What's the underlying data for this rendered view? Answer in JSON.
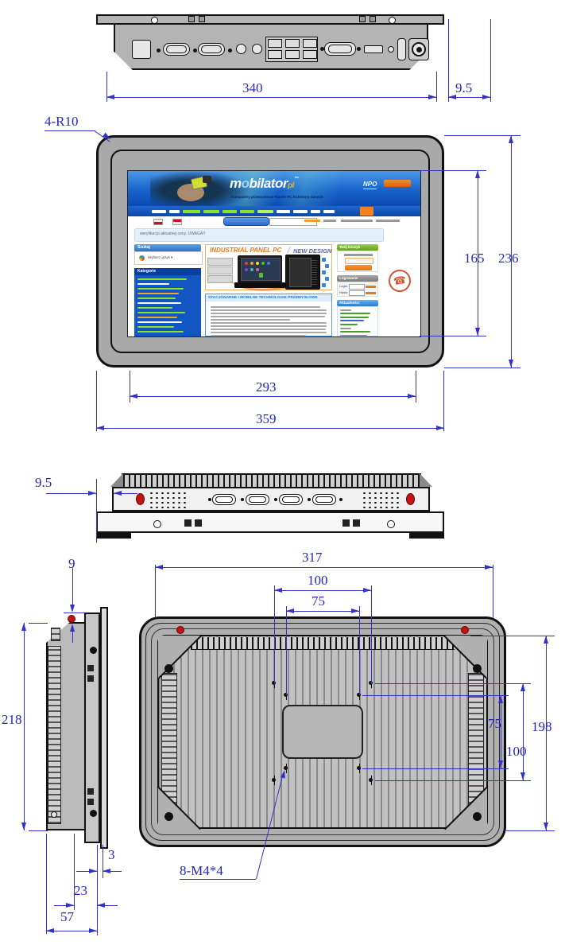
{
  "dims": {
    "top_width": "340",
    "top_lip": "9.5",
    "corner_note": "4-R10",
    "screen_h": "165",
    "panel_h": "236",
    "screen_w": "293",
    "panel_w": "359",
    "side_lip": "9.5",
    "rear_w": "317",
    "vesa_w100": "100",
    "vesa_w75": "75",
    "vesa_h75": "75",
    "vesa_h100": "100",
    "rear_h": "198",
    "back_top": "9",
    "back_h": "218",
    "depth_lip": "3",
    "depth_box": "23",
    "depth_total": "57",
    "vesa_thread": "8-M4*4"
  },
  "website": {
    "logo_prefix": "m",
    "logo_o": "o",
    "logo_suffix": "bilator",
    "logo_tld": "pl",
    "trademark": "™",
    "tagline": "Komputery przemysłowe   Panele PC   Kolektory danych",
    "partner": "NPO",
    "notice": "weryfikacja aktualnej ceny. UWAGA!!",
    "search_header": "Szukaj",
    "translate_label": "Wybierz język ▾",
    "categories_header": "Kategorie",
    "banner_title": "INDUSTRIAL PANEL PC",
    "banner_slash": "/",
    "banner_subtitle": "NEW DESIGN",
    "article_header": "STACJONARNE I MOBILNE TECHNOLOGIE PRZEMYSŁOWE",
    "cart_header": "Twój koszyk",
    "login_header": "Logowanie",
    "login_label": "Login:",
    "password_label": "Hasło:",
    "news_header": "Aktualności",
    "phone_glyph": "☎"
  }
}
